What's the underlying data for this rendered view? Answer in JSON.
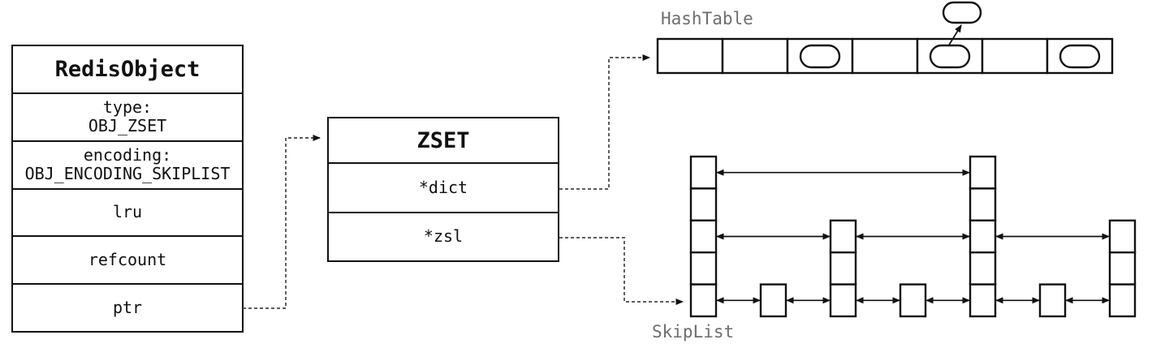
{
  "redis_object": {
    "title": "RedisObject",
    "fields": [
      {
        "lines": [
          "type:",
          "OBJ_ZSET"
        ]
      },
      {
        "lines": [
          "encoding:",
          "OBJ_ENCODING_SKIPLIST"
        ]
      },
      {
        "lines": [
          "lru"
        ]
      },
      {
        "lines": [
          "refcount"
        ]
      },
      {
        "lines": [
          "ptr"
        ]
      }
    ]
  },
  "zset": {
    "title": "ZSET",
    "fields": [
      {
        "lines": [
          "*dict"
        ]
      },
      {
        "lines": [
          "*zsl"
        ]
      }
    ]
  },
  "hashtable": {
    "label": "HashTable",
    "cell_count": 7,
    "occupied_cells": [
      2,
      4,
      6
    ],
    "external_entry_from_cell": 4
  },
  "skiplist": {
    "label": "SkipList",
    "column_levels": [
      5,
      1,
      3,
      1,
      5,
      1,
      3
    ],
    "links": [
      {
        "row": 4,
        "from": 0,
        "to": 4
      },
      {
        "row": 2,
        "from": 0,
        "to": 2
      },
      {
        "row": 2,
        "from": 2,
        "to": 4
      },
      {
        "row": 2,
        "from": 4,
        "to": 6
      },
      {
        "row": 0,
        "from": 0,
        "to": 1
      },
      {
        "row": 0,
        "from": 1,
        "to": 2
      },
      {
        "row": 0,
        "from": 2,
        "to": 3
      },
      {
        "row": 0,
        "from": 3,
        "to": 4
      },
      {
        "row": 0,
        "from": 4,
        "to": 5
      },
      {
        "row": 0,
        "from": 5,
        "to": 6
      }
    ]
  },
  "connectors": [
    {
      "id": "ptr",
      "from": "ptr",
      "to": "ZSET"
    },
    {
      "id": "dict",
      "from": "*dict",
      "to": "HashTable"
    },
    {
      "id": "zsl",
      "from": "*zsl",
      "to": "SkipList"
    }
  ],
  "colors": {
    "stroke": "#111111",
    "connector": "#444444",
    "label_gray": "#6e6e6e",
    "background": "#ffffff"
  }
}
